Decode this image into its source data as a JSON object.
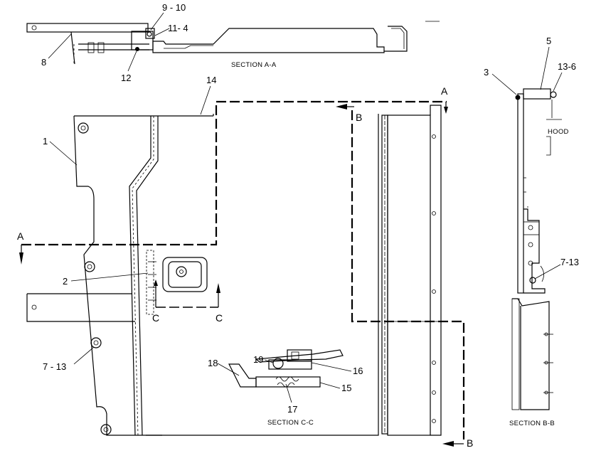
{
  "callouts": {
    "c9_10": "9 - 10",
    "c11_4": "11- 4",
    "c8": "8",
    "c12": "12",
    "c14": "14",
    "c1": "1",
    "c2": "2",
    "c7_13_left": "7 - 13",
    "c18": "18",
    "c19": "19",
    "c16": "16",
    "c15": "15",
    "c17": "17",
    "c5": "5",
    "c3": "3",
    "c13_6": "13-6",
    "c7_13_right": "7-13"
  },
  "section_titles": {
    "aa": "SECTION  A-A",
    "cc": "SECTION  C-C",
    "bb": "SECTION  B-B"
  },
  "notes": {
    "hood": "HOOD"
  },
  "cut_marks": {
    "a_top": "A",
    "a_left": "A",
    "b_top": "B",
    "b_bottom": "B",
    "c_left": "C",
    "c_right": "C"
  }
}
